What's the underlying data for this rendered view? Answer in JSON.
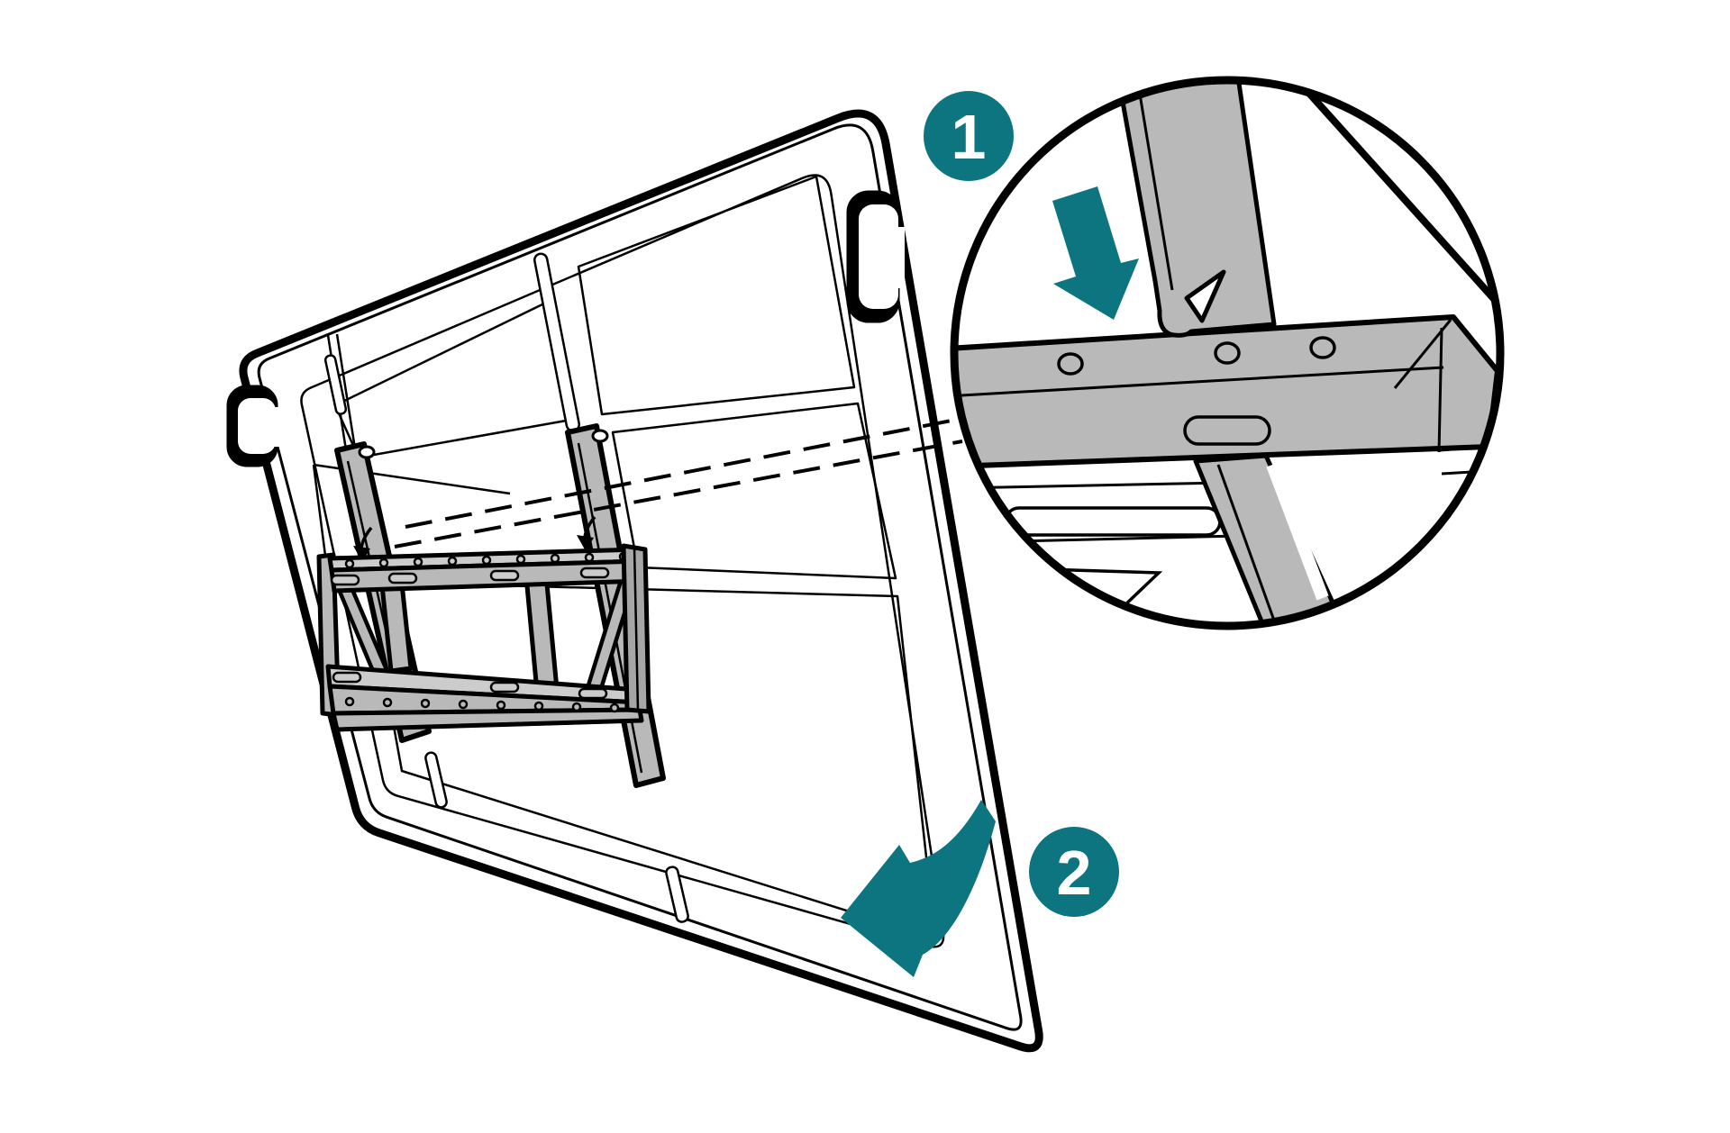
{
  "figure": {
    "type": "hardware-installation-diagram",
    "subject": "display-panel-wall-mount"
  },
  "steps": [
    {
      "number": "1"
    },
    {
      "number": "2"
    }
  ],
  "icons": {
    "down_arrow": "hook panel rail onto bracket (press down)",
    "rotate_arrow": "tilt panel downward toward wall",
    "magnifier_circle": "zoom detail of rail hooking on bracket"
  },
  "colors": {
    "accent_teal": "#0d7580",
    "metal_gray": "#b9b9b9",
    "metal_gray_light": "#cccccc",
    "metal_gray_dark": "#a6a6a6",
    "ink": "#000000",
    "paper": "#ffffff"
  }
}
